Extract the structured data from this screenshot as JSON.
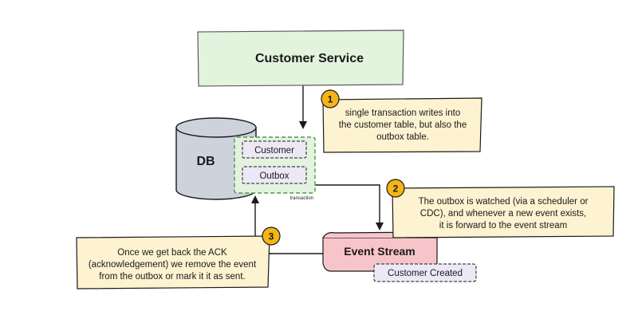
{
  "diagram": {
    "service": {
      "label": "Customer Service",
      "fill": "#e2f3de",
      "stroke": "#5a5a5a"
    },
    "database": {
      "label": "DB",
      "fill": "#cdd2dc",
      "stroke": "#1a1a1a"
    },
    "tables": [
      {
        "label": "Customer",
        "fill": "#ece8f5"
      },
      {
        "label": "Outbox",
        "fill": "#ece8f5"
      }
    ],
    "transaction": {
      "label": "transaction",
      "fill": "#e3f3df",
      "stroke": "#4c9a4c"
    },
    "event_stream": {
      "label": "Event Stream",
      "fill": "#f7c5c9",
      "stroke": "#1a1a1a"
    },
    "event": {
      "label": "Customer Created",
      "fill": "#ece8f5"
    },
    "notes": [
      {
        "number": "1",
        "lines": [
          "single transaction writes into",
          "the customer table, but also the",
          "outbox table."
        ]
      },
      {
        "number": "2",
        "lines": [
          "The outbox is watched (via a scheduler or",
          "CDC), and whenever a new event exists,",
          "it is forward to the event stream"
        ]
      },
      {
        "number": "3",
        "lines": [
          "Once we get back the ACK",
          "(acknowledgement) we remove the event",
          "from the outbox or mark it it as sent."
        ]
      }
    ],
    "colors": {
      "note_fill": "#fdf3d1",
      "badge_fill": "#f5b417",
      "line": "#1a1a1a"
    }
  }
}
